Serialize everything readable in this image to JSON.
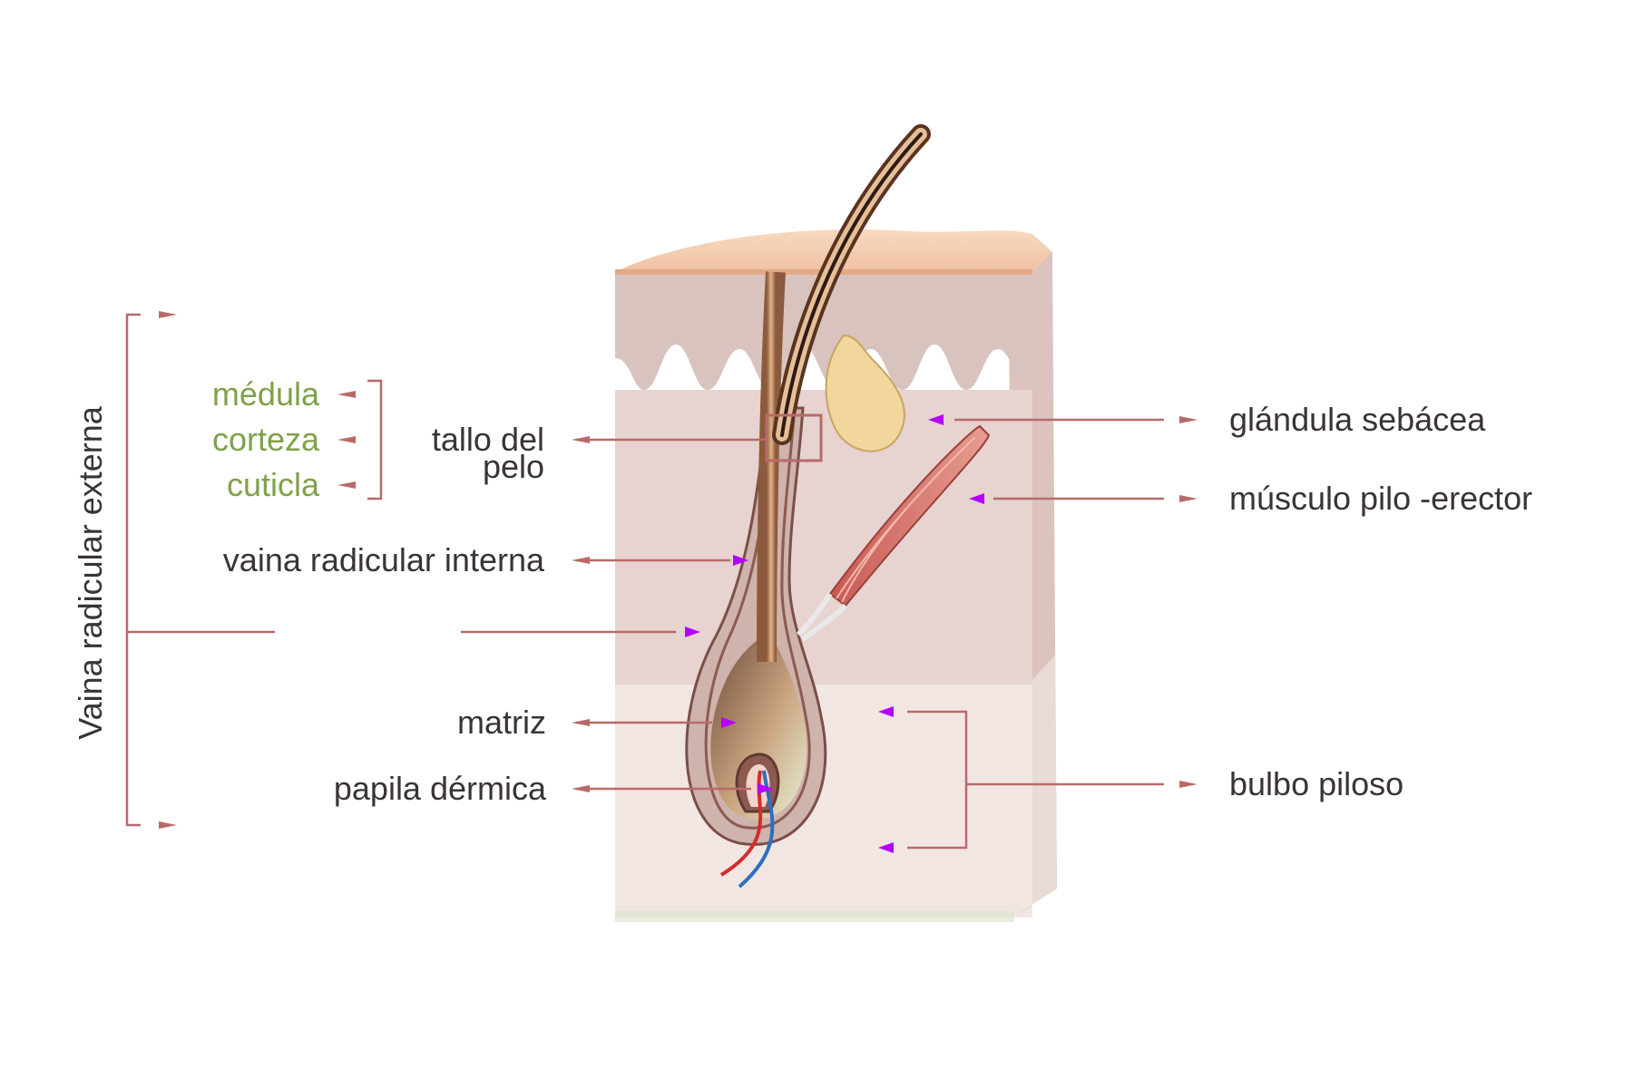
{
  "labels": {
    "medula": "médula",
    "corteza": "corteza",
    "cuticula": "cuticla",
    "tallo_line1": "tallo del",
    "tallo_line2": "pelo",
    "vaina_interna": "vaina radicular interna",
    "matriz": "matriz",
    "papila": "papila dérmica",
    "vaina_externa": "Vaina radicular externa",
    "glandula": "glándula sebácea",
    "musculo": "músculo pilo -erector",
    "bulbo": "bulbo piloso"
  },
  "colors": {
    "label_text": "#3a3434",
    "hair_layer_text": "#7fa14a",
    "leader_line": "#b86a6a",
    "pointer_marker": "#b400ff",
    "skin_surface": "#f3c9a8",
    "dermis": "#e7d3cf",
    "hypodermis": "#f2e6e3",
    "sebaceous_gland": "#f1d79b"
  }
}
